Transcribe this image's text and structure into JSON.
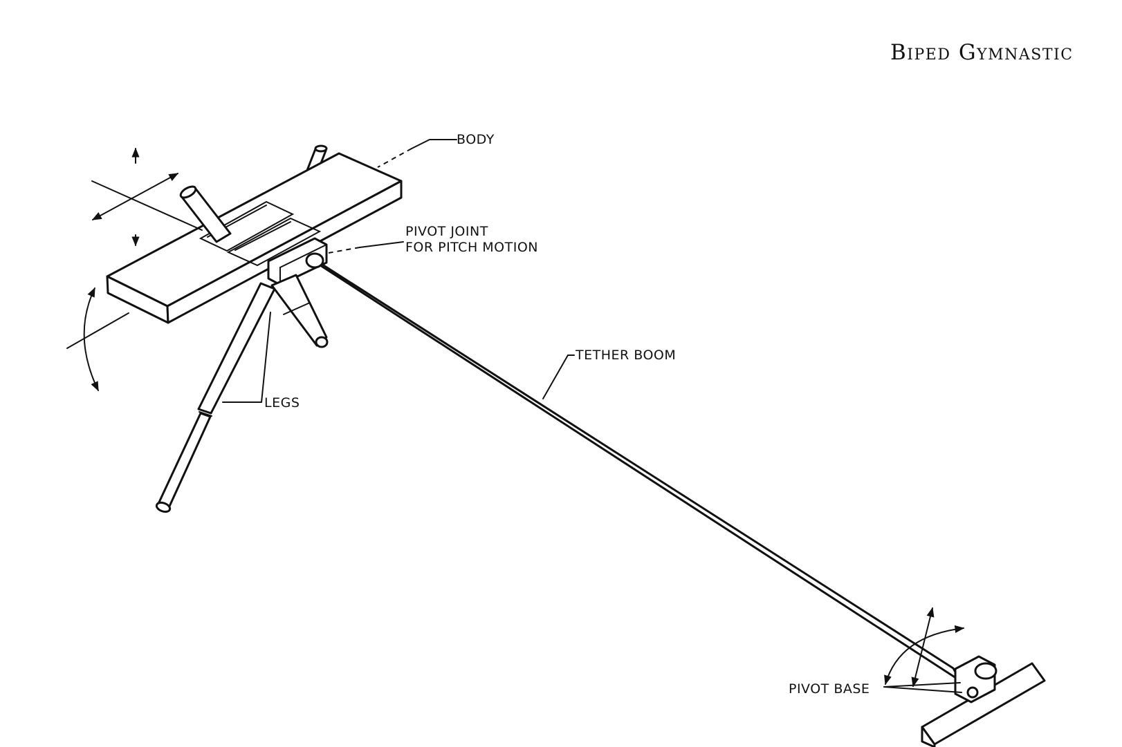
{
  "header": {
    "title": "Biped Gymnastic"
  },
  "labels": {
    "body": "BODY",
    "pivot_joint_line1": "PIVOT JOINT",
    "pivot_joint_line2": "FOR PITCH MOTION",
    "tether_boom": "TETHER BOOM",
    "legs": "LEGS",
    "pivot_base": "PIVOT BASE"
  }
}
